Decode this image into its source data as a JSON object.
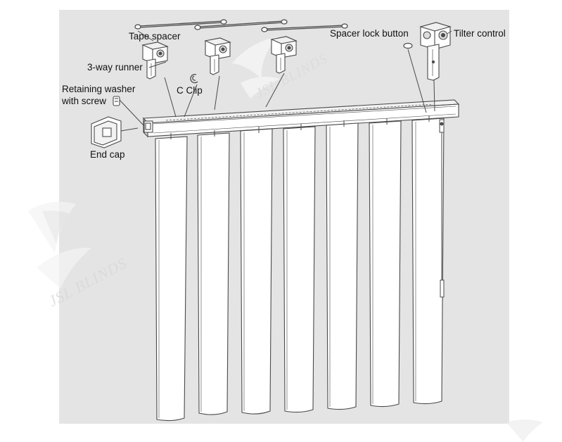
{
  "diagram": {
    "colors": {
      "panel": "#e4e4e4",
      "line": "#4a4a4a",
      "text": "#111111",
      "watermark": "#d0d0d0"
    },
    "labels": {
      "tape_spacer": "Tape spacer",
      "three_way_runner": "3-way runner",
      "c_clip": "C Clip",
      "retaining_washer_line1": "Retaining washer",
      "retaining_washer_line2": "with screw",
      "end_cap": "End cap",
      "spacer_lock_button": "Spacer lock button",
      "tilter_control": "Tilter control"
    },
    "watermark": "JSL BLINDS"
  }
}
